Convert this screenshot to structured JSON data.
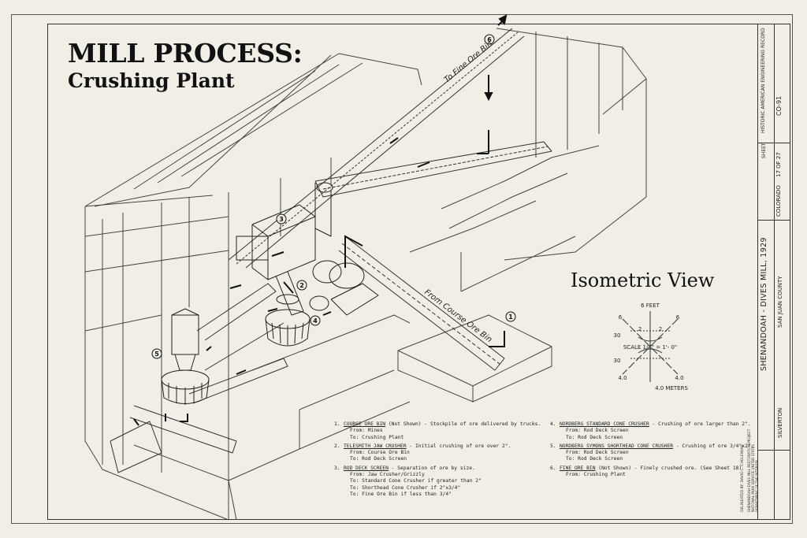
{
  "title": {
    "main": "MILL PROCESS:",
    "subtitle": "Crushing Plant"
  },
  "isometric": {
    "title": "Isometric View",
    "scale_label": "SCALE  1/4\" = 1'- 0\"",
    "feet_label": "6 FEET",
    "meters_label": "4.0 METERS",
    "ticks": {
      "left_upper": "6",
      "right_upper": "6",
      "two_left": "2",
      "two_right": "2",
      "thirty_upper": "30",
      "thirty_lower": "30",
      "four_left": "4.0",
      "four_right": "4.0"
    }
  },
  "drawing_labels": {
    "to_fine_ore_bin": "To Fine Ore Bin",
    "from_course_ore_bin": "From Course Ore Bin",
    "markers": [
      "1",
      "2",
      "3",
      "4",
      "5",
      "6"
    ]
  },
  "legend": {
    "left": [
      {
        "num": "1.",
        "name": "COURSE ORE BIN",
        "desc": " (Not Shown) - Stockpile of ore delivered by trucks.",
        "lines": [
          "From: Mines",
          "To: Crushing Plant"
        ]
      },
      {
        "num": "2.",
        "name": "TELESMITH JAW CRUSHER",
        "desc": " - Initial crushing of ore over 2\".",
        "lines": [
          "From: Course Ore Bin",
          "To: Rod Deck Screen"
        ]
      },
      {
        "num": "3.",
        "name": "ROD DECK SCREEN",
        "desc": " - Separation of ore by size.",
        "lines": [
          "From: Jaw Crusher/Grizzly",
          "To: Standard Cone Crusher if greater than 2\"",
          "To: Shorthead Cone Crusher if 2\"x3/4\"",
          "To: Fine Ore Bin if less than 3/4\""
        ]
      }
    ],
    "right": [
      {
        "num": "4.",
        "name": "NORDBERG STANDARD CONE CRUSHER",
        "desc": " - Crushing of ore larger than 2\".",
        "lines": [
          "From: Rod Deck Screen",
          "To: Rod Deck Screen"
        ]
      },
      {
        "num": "5.",
        "name": "NORDBERG SYMONS SHORTHEAD CONE CRUSHER",
        "desc": " - Crushing of ore 3/4\"x2\".",
        "lines": [
          "From: Rod Deck Screen",
          "To: Rod Deck Screen"
        ]
      },
      {
        "num": "6.",
        "name": "FINE ORE BIN",
        "desc": " (Not Shown) - Finely crushed ore. (See Sheet 18)",
        "lines": [
          "From: Crushing Plant"
        ]
      }
    ]
  },
  "title_block": {
    "project": "SHENANDOAH - DIVES MILL, 1929",
    "location": "SAN JUAN COUNTY",
    "town": "SILVERTON",
    "state": "COLORADO",
    "record": "HISTORIC AMERICAN ENGINEERING RECORD",
    "record_no": "CO-91",
    "sheet_label": "SHEET",
    "sheet_no": "17 OF 27",
    "delineator": "DELINEATED BY: DAVID L. CHOLEWIAK",
    "agency": "SHENANDOAH-DIVES MILL RESTORATION PROJECT NATIONAL PARK SERVICE UNITED STATES DEPARTMENT OF THE INTERIOR"
  },
  "colors": {
    "paper": "#f1eee6",
    "ink": "#222222",
    "line": "#555555"
  }
}
